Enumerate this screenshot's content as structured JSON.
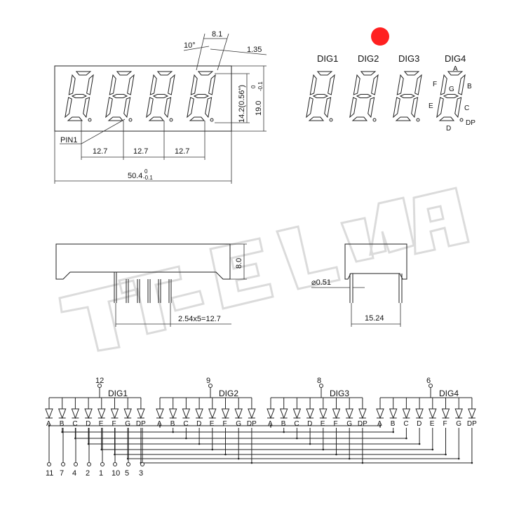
{
  "diagram": {
    "dimensions": {
      "pitch_1": "12.7",
      "pitch_2": "12.7",
      "pitch_3": "12.7",
      "total_width": "50.4",
      "tol_plus": "0",
      "tol_minus": "-0.1",
      "digit_height": "14.2(0.56\")",
      "body_height": "19.0",
      "tol_plus_h": "0",
      "tol_minus_h": "-0.1",
      "seg_width": "8.1",
      "slant": "10°",
      "offset": "1.35",
      "pin1": "PIN1",
      "body_depth": "8.0",
      "pin_pitch": "2.54x5=12.7",
      "pin_diameter": "⌀0.51",
      "row_spacing": "15.24"
    },
    "digit_labels": [
      "DIG1",
      "DIG2",
      "DIG3",
      "DIG4"
    ],
    "segment_labels": {
      "a": "A",
      "b": "B",
      "c": "C",
      "d": "D",
      "e": "E",
      "f": "F",
      "g": "G",
      "dp": "DP"
    },
    "led_color": "#ff2020",
    "schematic": {
      "digits": [
        {
          "label": "DIG1",
          "pin": "12"
        },
        {
          "label": "DIG2",
          "pin": "9"
        },
        {
          "label": "DIG3",
          "pin": "8"
        },
        {
          "label": "DIG4",
          "pin": "6"
        }
      ],
      "segments": [
        "A",
        "B",
        "C",
        "D",
        "E",
        "F",
        "G",
        "DP"
      ],
      "segment_pins": [
        "11",
        "7",
        "4",
        "2",
        "1",
        "10",
        "5",
        "3"
      ]
    },
    "watermark": "TT-ELJIA"
  }
}
